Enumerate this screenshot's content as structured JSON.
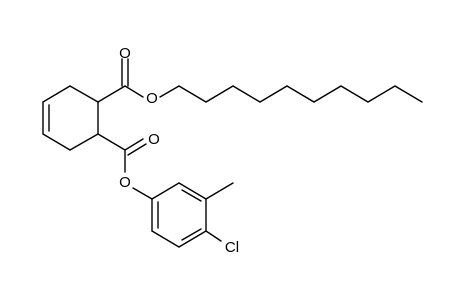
{
  "molecule": {
    "atoms": [
      {
        "id": "o_top_carbonyl",
        "label": "O"
      },
      {
        "id": "o_top_ester",
        "label": "O"
      },
      {
        "id": "o_bottom_carbonyl",
        "label": "O"
      },
      {
        "id": "o_bottom_ester",
        "label": "O"
      },
      {
        "id": "cl",
        "label": "Cl"
      }
    ],
    "colors": {
      "bond": "#000000",
      "label": "#000000",
      "background": "#ffffff"
    }
  }
}
